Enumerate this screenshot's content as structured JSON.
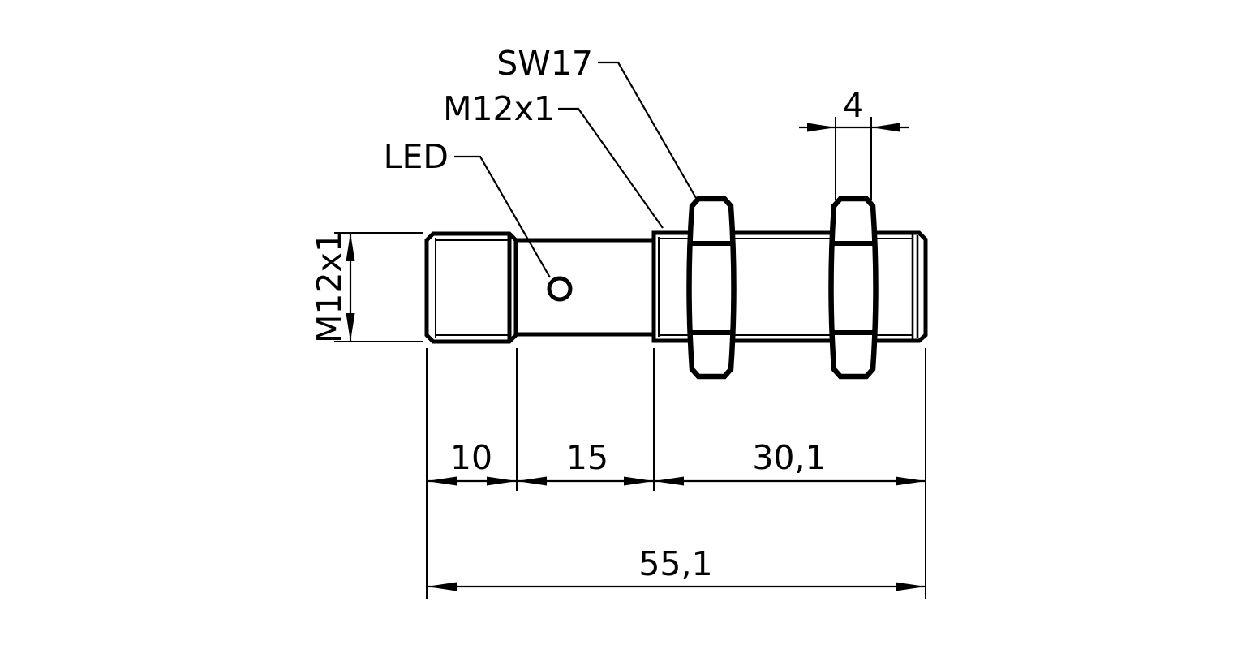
{
  "drawing_type": "sensor-dimension-drawing",
  "part": {
    "labels": {
      "wrench_size": "SW17",
      "barrel_thread": "M12x1",
      "indicator": "LED",
      "connector_thread": "M12x1"
    },
    "dimensions": {
      "nut_width": "4",
      "connector_length": "10",
      "mid_section_length": "15",
      "barrel_length": "30,1",
      "total_length": "55,1"
    }
  },
  "colors": {
    "line": "#000000",
    "background": "#ffffff"
  }
}
